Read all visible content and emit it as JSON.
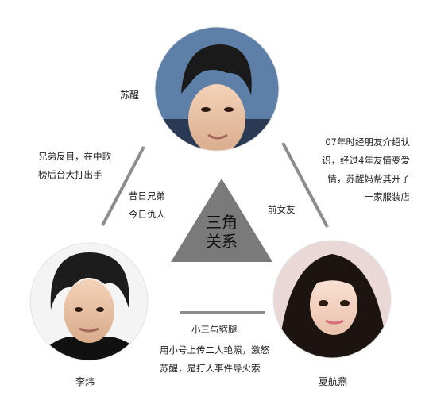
{
  "people": {
    "top": {
      "name": "苏醒",
      "icon": "male-portrait-icon"
    },
    "left": {
      "name": "李炜",
      "icon": "male-portrait-icon"
    },
    "right": {
      "name": "夏航燕",
      "icon": "female-portrait-icon"
    }
  },
  "center": {
    "line1": "三角",
    "line2": "关系"
  },
  "relations": {
    "top_left": {
      "outer": [
        "兄弟反目，在中歌",
        "榜后台大打出手"
      ],
      "inner": [
        "昔日兄弟",
        "今日仇人"
      ]
    },
    "top_right": {
      "outer": [
        "07年时经朋友介绍认",
        "识，经过4年友情变爱",
        "情，苏醒妈帮其开了",
        "一家服装店"
      ],
      "inner": [
        "前女友"
      ]
    },
    "bottom": {
      "title": "小三与劈腿",
      "lines": [
        "用小号上传二人艳照，激怒",
        "苏醒，是打人事件导火索"
      ]
    }
  },
  "colors": {
    "triangle": "#7a7a7a",
    "connector": "#8c8c8c",
    "background": "#ffffff"
  }
}
